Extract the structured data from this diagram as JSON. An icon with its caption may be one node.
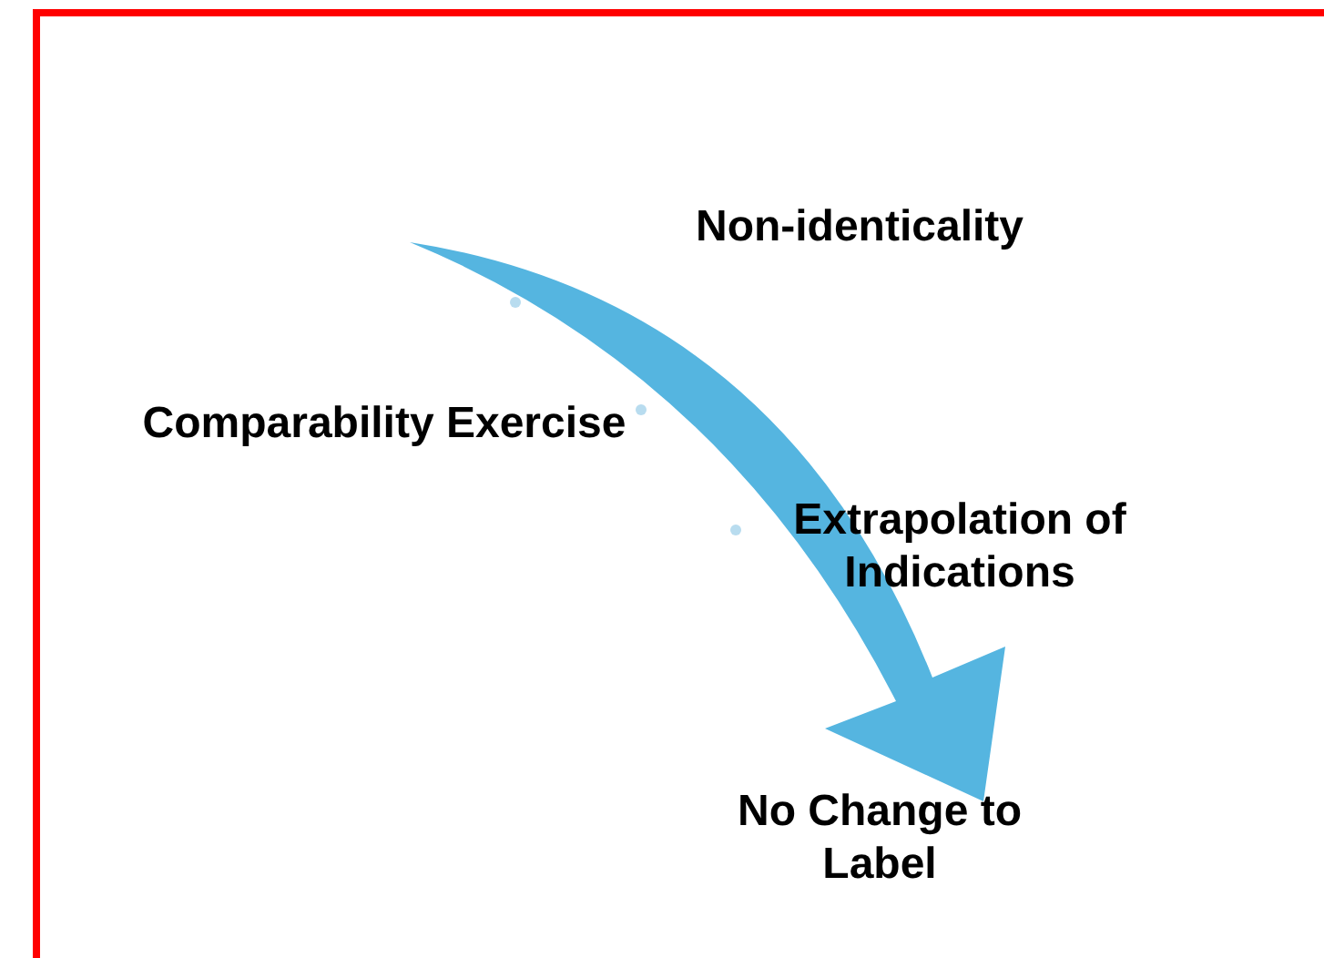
{
  "diagram": {
    "labels": [
      "Non-identicality",
      "Comparability Exercise",
      "Extrapolation of Indications",
      "No Change to Label"
    ]
  }
}
